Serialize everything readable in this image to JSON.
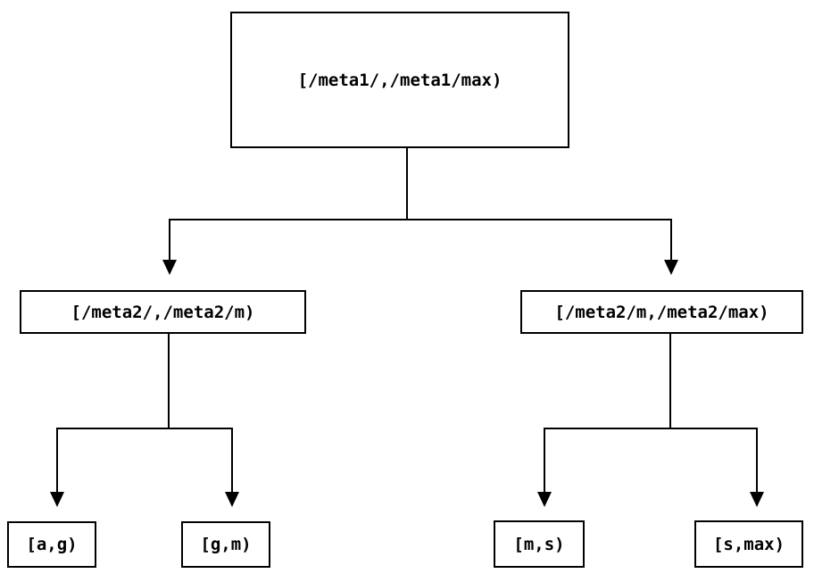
{
  "diagram": {
    "type": "binary-interval-tree",
    "colors": {
      "background": "#ffffff",
      "line": "#000000",
      "box_border": "#000000",
      "text": "#000000"
    },
    "nodes": {
      "root": {
        "label": "[/meta1/,/meta1/max)"
      },
      "meta2_low": {
        "label": "[/meta2/,/meta2/m)"
      },
      "meta2_high": {
        "label": "[/meta2/m,/meta2/max)"
      },
      "leaf_ag": {
        "label": "[a,g)"
      },
      "leaf_gm": {
        "label": "[g,m)"
      },
      "leaf_ms": {
        "label": "[m,s)"
      },
      "leaf_smax": {
        "label": "[s,max)"
      }
    },
    "edges": [
      {
        "from": "root",
        "to": "meta2_low"
      },
      {
        "from": "root",
        "to": "meta2_high"
      },
      {
        "from": "meta2_low",
        "to": "leaf_ag"
      },
      {
        "from": "meta2_low",
        "to": "leaf_gm"
      },
      {
        "from": "meta2_high",
        "to": "leaf_ms"
      },
      {
        "from": "meta2_high",
        "to": "leaf_smax"
      }
    ]
  }
}
